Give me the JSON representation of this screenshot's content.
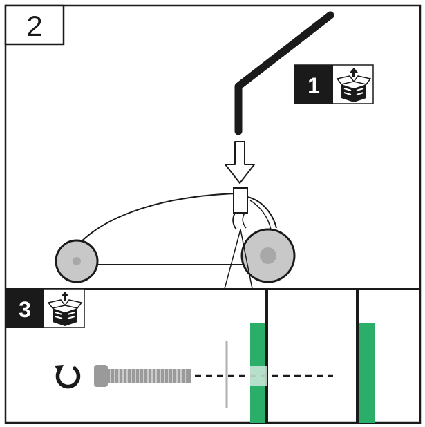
{
  "step": {
    "number": "2"
  },
  "callouts": [
    {
      "number": "1",
      "icon": "parts-box-icon"
    },
    {
      "number": "3",
      "icon": "parts-box-icon"
    }
  ],
  "colors": {
    "line": "#1a1a1a",
    "badge_bg": "#1a1a1a",
    "badge_text": "#ffffff",
    "wheel_fill": "#c8c8c8",
    "wheel_hub": "#a8a8a8",
    "accent_green": "#2aae6a",
    "bolt_gray": "#9a9a9a",
    "washer_gray": "#b0b0b0"
  },
  "icons": [
    "rotate-clockwise-icon",
    "parts-box-icon",
    "down-arrow-icon"
  ]
}
